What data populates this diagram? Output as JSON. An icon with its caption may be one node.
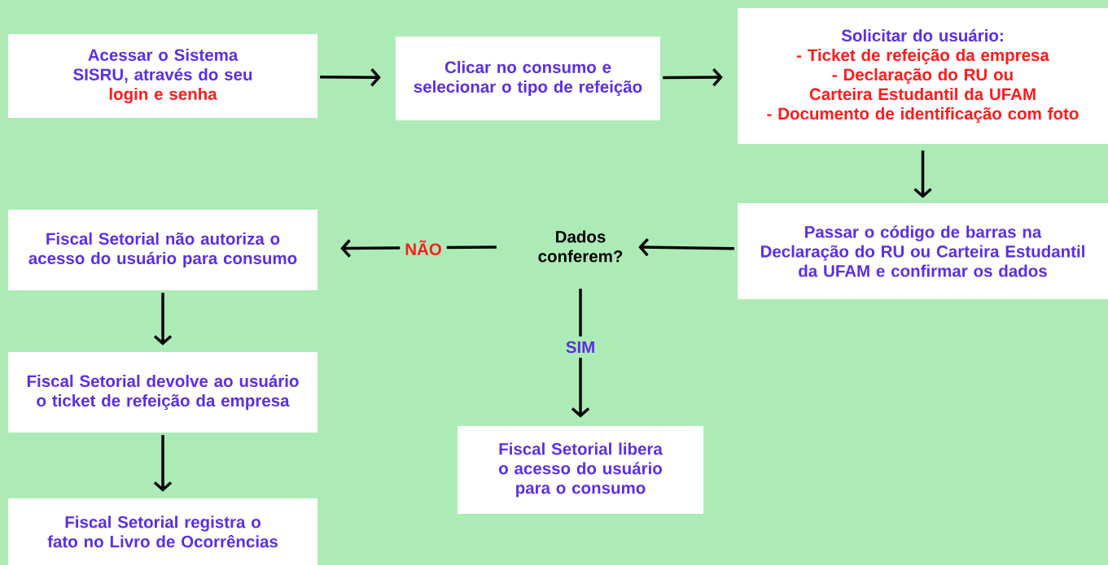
{
  "diagram": {
    "nodes": [
      {
        "text": [
          "Acessar o Sistema SISRU, através do seu",
          "login e senha"
        ]
      },
      {
        "text": [
          "Clicar no consumo e selecionar o tipo de refeição"
        ]
      },
      {
        "text": [
          "Solicitar do usuário:",
          "- Ticket de refeição da empresa",
          "- Declaração do RU ou Carteira Estudantil da UFAM",
          "- Documento de identificação com foto"
        ]
      },
      {
        "text": [
          "Passar o código de barras na Declaração do RU ou Carteira Estudantil da UFAM e confirmar os dados"
        ]
      },
      {
        "text": [
          "Dados conferem?"
        ]
      },
      {
        "text": [
          "Fiscal Setorial não autoriza o acesso do usuário para consumo"
        ]
      },
      {
        "text": [
          "Fiscal Setorial devolve ao usuário o ticket de refeição da empresa"
        ]
      },
      {
        "text": [
          "Fiscal Setorial registra o fato no Livro de Ocorrências"
        ]
      },
      {
        "text": [
          "Fiscal Setorial libera o acesso do usuário para o consumo"
        ]
      }
    ],
    "edges": [
      {
        "from": 0,
        "to": 1,
        "arrow": "to"
      },
      {
        "from": 1,
        "to": 2,
        "arrow": "to"
      },
      {
        "from": 2,
        "to": 3,
        "arrow": "to"
      },
      {
        "from": 3,
        "to": 4,
        "arrow": "to"
      },
      {
        "from": 4,
        "to": 5,
        "arrow": "to",
        "label": "NÃO"
      },
      {
        "from": 4,
        "to": 8,
        "arrow": "to",
        "label": "SIM"
      },
      {
        "from": 5,
        "to": 6,
        "arrow": "to"
      },
      {
        "from": 6,
        "to": 7,
        "arrow": "to"
      }
    ]
  }
}
